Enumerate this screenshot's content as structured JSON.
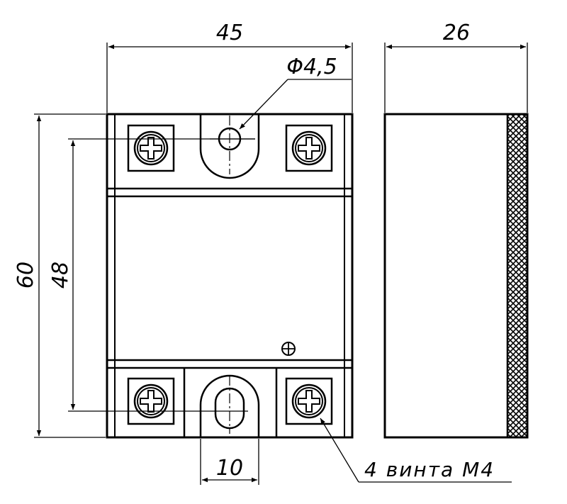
{
  "dimensions": {
    "width": "45",
    "depth": "26",
    "height": "60",
    "hole_spacing": "48",
    "hole_diameter": "Φ4,5",
    "slot_width": "10"
  },
  "callouts": {
    "screws": "4 винта М4"
  },
  "colors": {
    "line": "#000000",
    "background": "#ffffff"
  }
}
